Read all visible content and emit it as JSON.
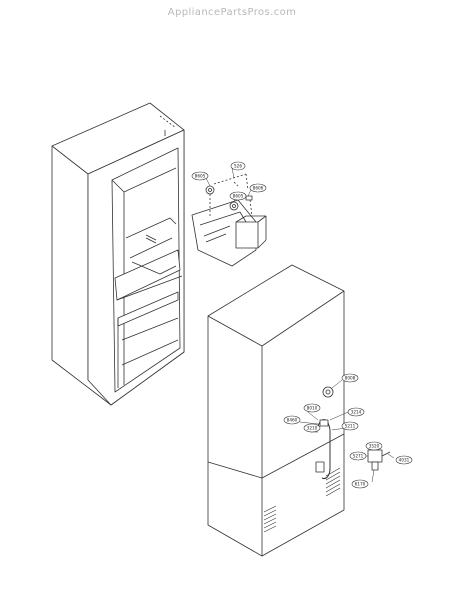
{
  "watermark": "AppliancePartsPros.com",
  "callouts": {
    "c1": "8605",
    "c2": "526",
    "c3": "8606",
    "c4": "8605",
    "c5": "8008",
    "c6": "8010",
    "c7": "8460",
    "c8": "3214",
    "c9": "3210",
    "c10": "5211",
    "c11": "5271",
    "c12": "6170",
    "c13": "4031",
    "c14": "3520"
  }
}
